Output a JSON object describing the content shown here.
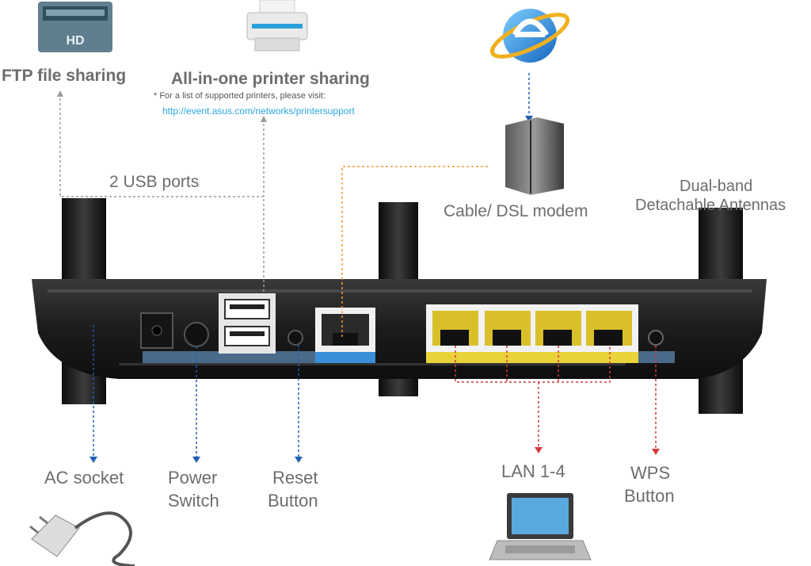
{
  "labels": {
    "ftp": "FTP file sharing",
    "printer": "All-in-one printer sharing",
    "printer_note": "* For a list of supported printers, please visit:",
    "printer_link": "http://event.asus.com/networks/printersupport",
    "usb_ports": "2 USB ports",
    "modem": "Cable/ DSL modem",
    "antennas_line1": "Dual-band",
    "antennas_line2": "Detachable Antennas",
    "ac_socket": "AC socket",
    "power_line1": "Power",
    "power_line2": "Switch",
    "reset_line1": "Reset",
    "reset_line2": "Button",
    "lan": "LAN 1-4",
    "wps_line1": "WPS",
    "wps_line2": "Button",
    "hd_badge": "HD"
  },
  "colors": {
    "label_gray": "#6d6d6d",
    "link_blue": "#2aa6e0",
    "lan_yellow": "#e9d23a",
    "wan_blue": "#3a8fd8",
    "connector_orange": "#f29a3a",
    "connector_blue": "#1f5fb0",
    "connector_red": "#d23a3a",
    "router_body": "#1e1e1e"
  },
  "icons": [
    "hard-drive-icon",
    "printer-icon",
    "internet-explorer-icon",
    "modem-icon",
    "laptop-icon",
    "power-plug-icon"
  ]
}
